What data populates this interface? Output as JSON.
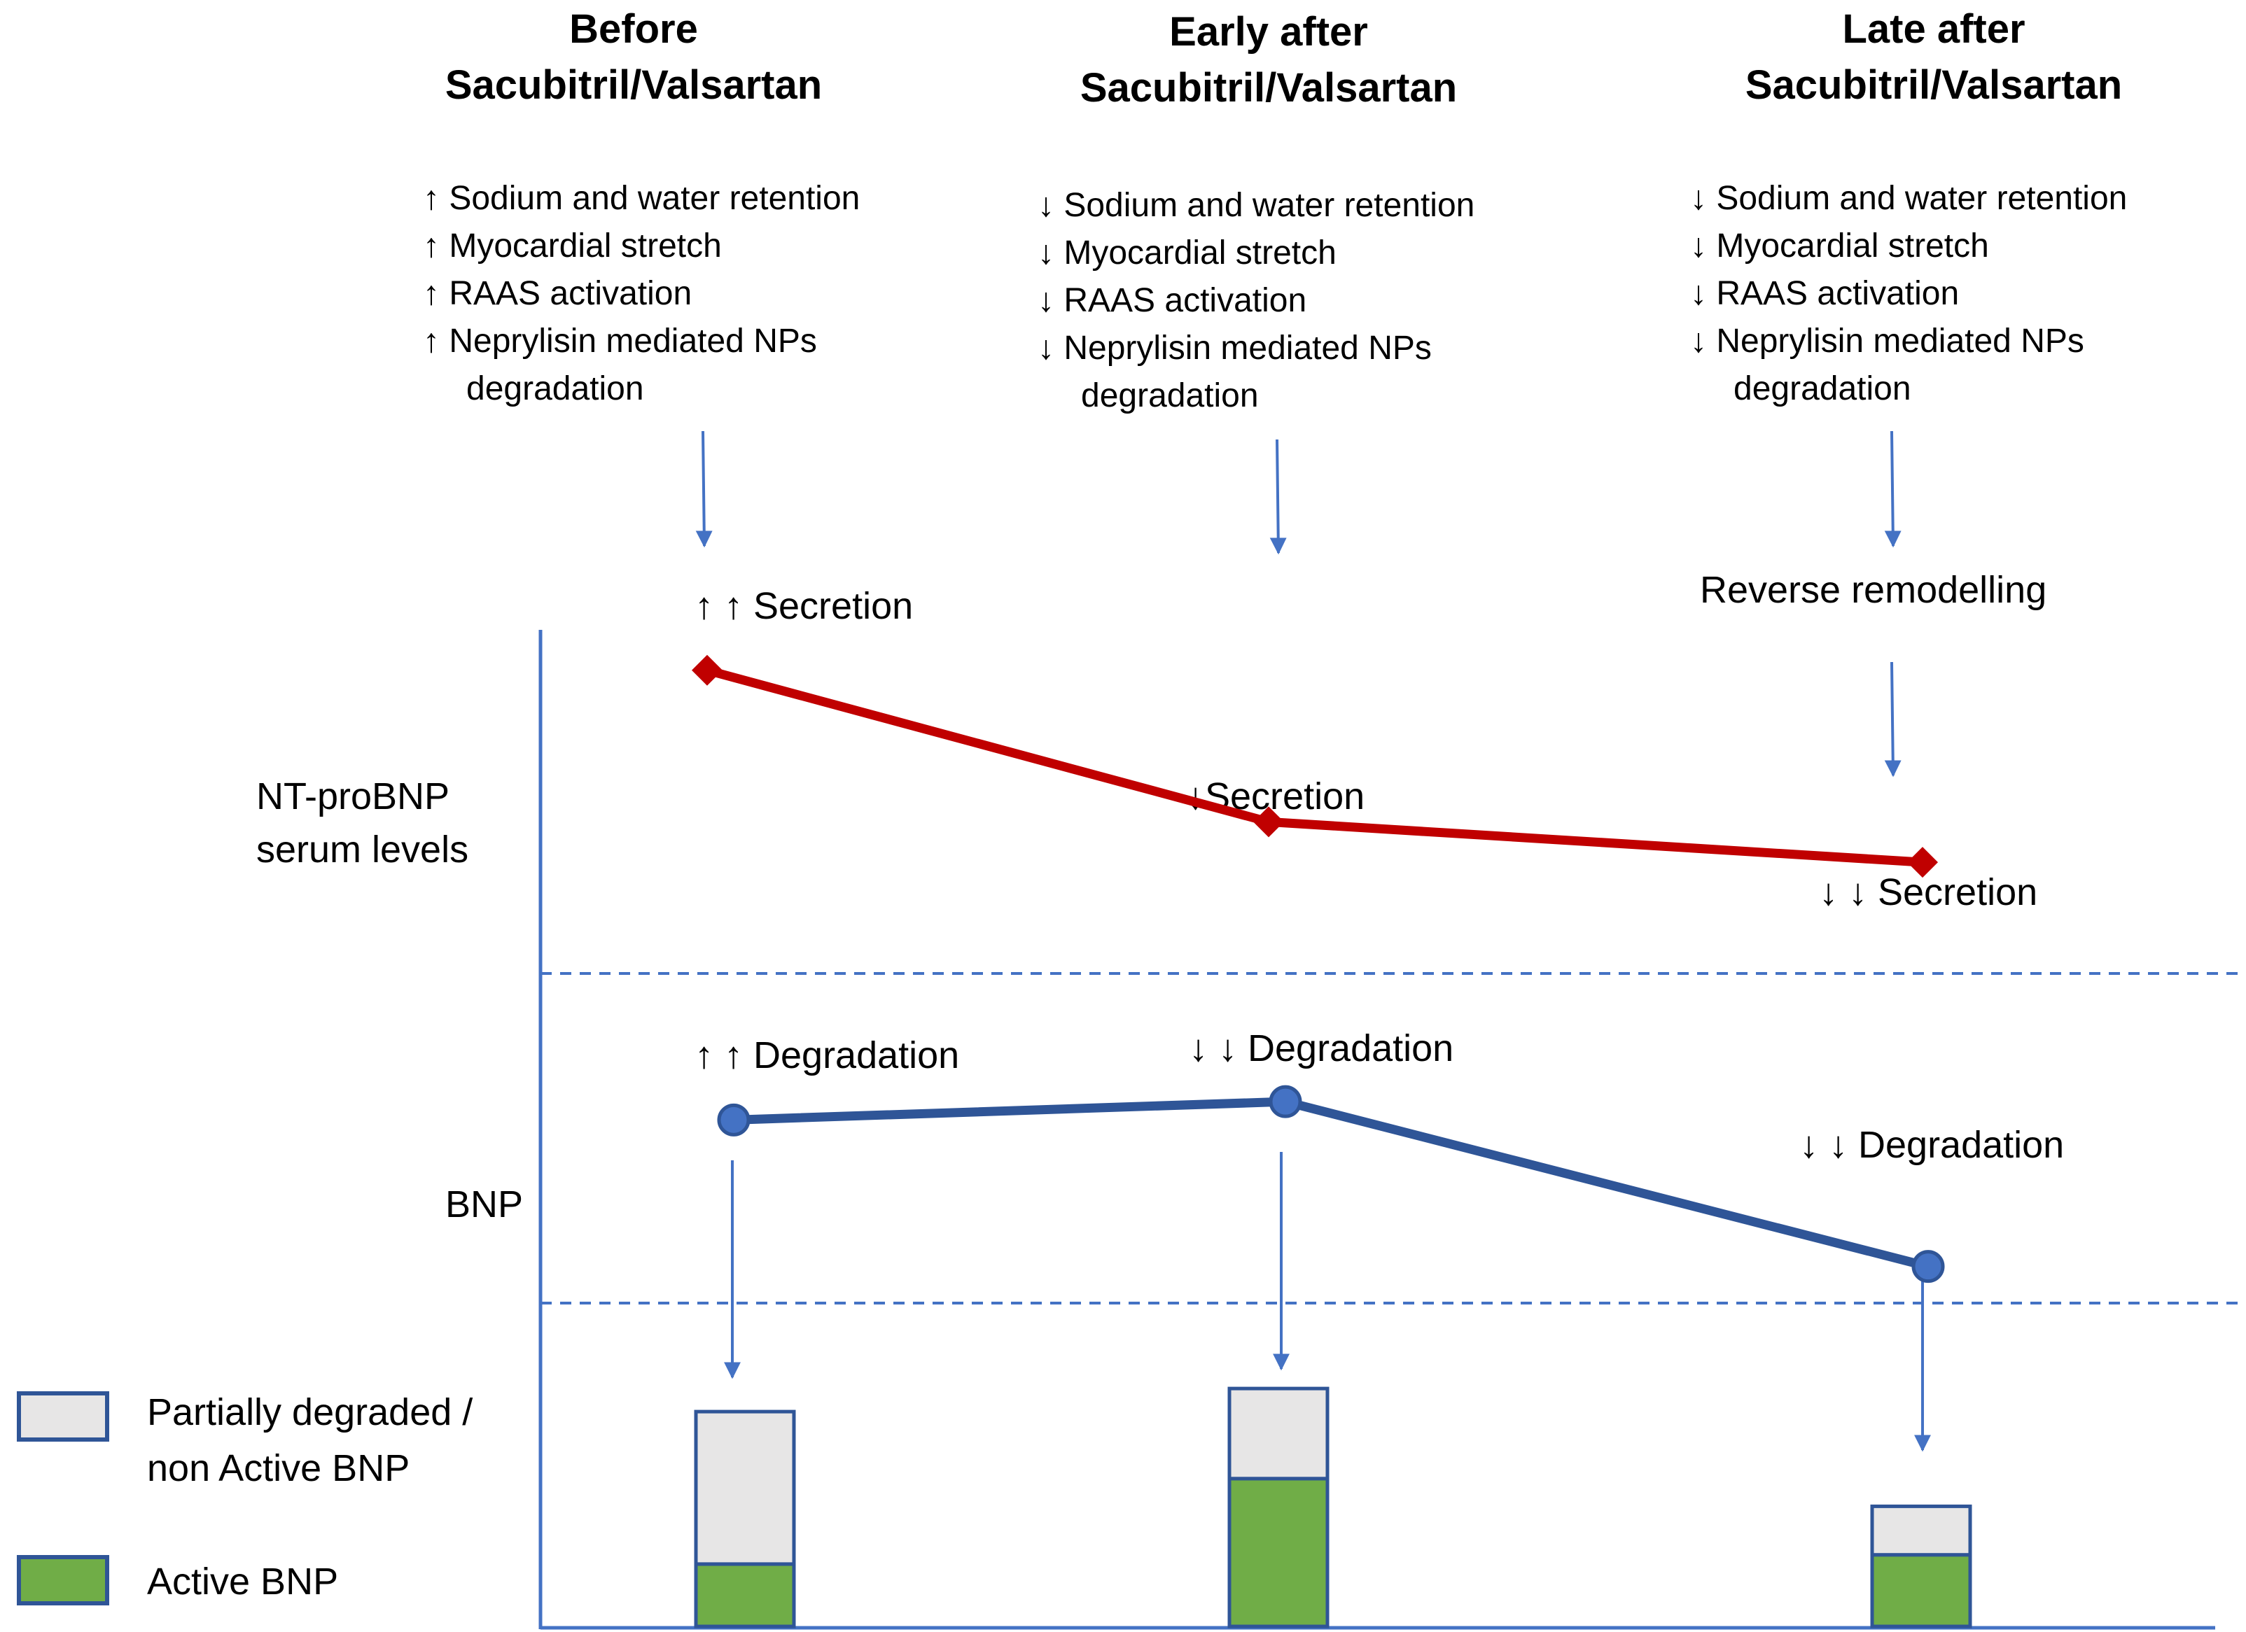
{
  "headers": [
    {
      "line1": "Before",
      "line2": "Sacubitril/Valsartan"
    },
    {
      "line1": "Early after",
      "line2": "Sacubitril/Valsartan"
    },
    {
      "line1": "Late after",
      "line2": "Sacubitril/Valsartan"
    }
  ],
  "effects": [
    {
      "arrow": "↑",
      "lines": [
        "Sodium and water retention",
        "Myocardial stretch",
        "RAAS activation",
        "Neprylisin mediated NPs"
      ],
      "continuation": "degradation"
    },
    {
      "arrow": "↓",
      "lines": [
        "Sodium and water retention",
        "Myocardial stretch",
        "RAAS activation",
        "Neprylisin mediated NPs"
      ],
      "continuation": "degradation"
    },
    {
      "arrow": "↓",
      "lines": [
        "Sodium and water retention",
        "Myocardial stretch",
        "RAAS activation",
        "Neprylisin mediated NPs"
      ],
      "continuation": "degradation"
    }
  ],
  "labels": {
    "reverse_remodelling": "Reverse remodelling",
    "secretion": [
      "↑ ↑ Secretion",
      "↓Secretion",
      "↓ ↓ Secretion"
    ],
    "degradation": [
      "↑ ↑ Degradation",
      "↓ ↓ Degradation",
      "↓ ↓ Degradation"
    ],
    "ntprobnp_axis": [
      "NT-proBNP",
      "serum levels"
    ],
    "bnp_axis": "BNP"
  },
  "legend": [
    {
      "label_line1": "Partially degraded /",
      "label_line2": "non Active BNP",
      "color": "#e7e6e6"
    },
    {
      "label_line1": "Active BNP",
      "label_line2": "",
      "color": "#70ad47"
    }
  ],
  "chart_data": {
    "type": "line",
    "series": [
      {
        "values": [
          3,
          1.5,
          1.1
        ],
        "color": "#c00000",
        "marker": "diamond"
      },
      {
        "values": [
          1.0,
          1.1,
          0.2
        ],
        "color": "#2f5597",
        "marker": "circle"
      }
    ],
    "bars": [
      {
        "partially_degraded": 0.66,
        "active": 0.27
      },
      {
        "partially_degraded": 0.39,
        "active": 0.64
      },
      {
        "partially_degraded": 0.21,
        "active": 0.31
      }
    ],
    "colors": {
      "ntprobnp": "#c00000",
      "bnp": "#2f5597",
      "arrows": "#4472c4",
      "axis": "#4472c4",
      "active": "#70ad47",
      "inactive": "#e7e6e6"
    }
  }
}
